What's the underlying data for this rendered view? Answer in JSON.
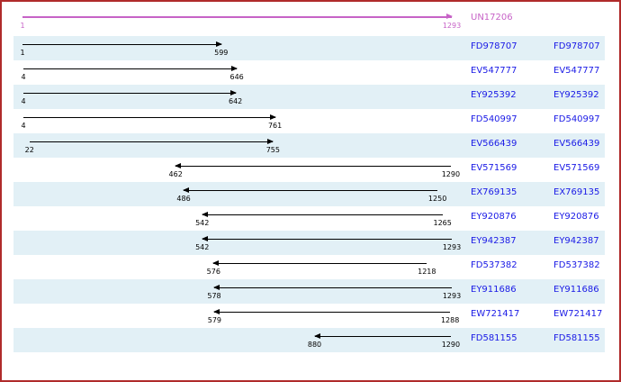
{
  "meta": {
    "title": "UN17206",
    "axis_start": 1,
    "axis_end": 1293,
    "accent_query_color": "#c763c7",
    "accent_hit_color": "#1a1ae6",
    "stripe_color": "#e2f0f6",
    "border_color": "#b02b2b",
    "arrow_color": "#000000"
  },
  "query": {
    "name": "UN17206",
    "start_label": "1",
    "end_label": "1293",
    "start": 1,
    "end": 1293,
    "direction": "right"
  },
  "columns": {
    "id_primary": "accession",
    "id_secondary": "accession"
  },
  "hits": [
    {
      "id": "FD978707",
      "id2": "FD978707",
      "start": 1,
      "end": 599,
      "start_label": "1",
      "end_label": "599",
      "direction": "right",
      "shaded": true
    },
    {
      "id": "EV547777",
      "id2": "EV547777",
      "start": 4,
      "end": 646,
      "start_label": "4",
      "end_label": "646",
      "direction": "right",
      "shaded": false
    },
    {
      "id": "EY925392",
      "id2": "EY925392",
      "start": 4,
      "end": 642,
      "start_label": "4",
      "end_label": "642",
      "direction": "right",
      "shaded": true
    },
    {
      "id": "FD540997",
      "id2": "FD540997",
      "start": 4,
      "end": 761,
      "start_label": "4",
      "end_label": "761",
      "direction": "right",
      "shaded": false
    },
    {
      "id": "EV566439",
      "id2": "EV566439",
      "start": 22,
      "end": 755,
      "start_label": "22",
      "end_label": "755",
      "direction": "right",
      "shaded": true
    },
    {
      "id": "EV571569",
      "id2": "EV571569",
      "start": 462,
      "end": 1290,
      "start_label": "462",
      "end_label": "1290",
      "direction": "left",
      "shaded": false
    },
    {
      "id": "EX769135",
      "id2": "EX769135",
      "start": 486,
      "end": 1250,
      "start_label": "486",
      "end_label": "1250",
      "direction": "left",
      "shaded": true
    },
    {
      "id": "EY920876",
      "id2": "EY920876",
      "start": 542,
      "end": 1265,
      "start_label": "542",
      "end_label": "1265",
      "direction": "left",
      "shaded": false
    },
    {
      "id": "EY942387",
      "id2": "EY942387",
      "start": 542,
      "end": 1293,
      "start_label": "542",
      "end_label": "1293",
      "direction": "left",
      "shaded": true
    },
    {
      "id": "FD537382",
      "id2": "FD537382",
      "start": 576,
      "end": 1218,
      "start_label": "576",
      "end_label": "1218",
      "direction": "left",
      "shaded": false
    },
    {
      "id": "EY911686",
      "id2": "EY911686",
      "start": 578,
      "end": 1293,
      "start_label": "578",
      "end_label": "1293",
      "direction": "left",
      "shaded": true
    },
    {
      "id": "EW721417",
      "id2": "EW721417",
      "start": 579,
      "end": 1288,
      "start_label": "579",
      "end_label": "1288",
      "direction": "left",
      "shaded": false
    },
    {
      "id": "FD581155",
      "id2": "FD581155",
      "start": 880,
      "end": 1290,
      "start_label": "880",
      "end_label": "1290",
      "direction": "left",
      "shaded": true
    }
  ]
}
